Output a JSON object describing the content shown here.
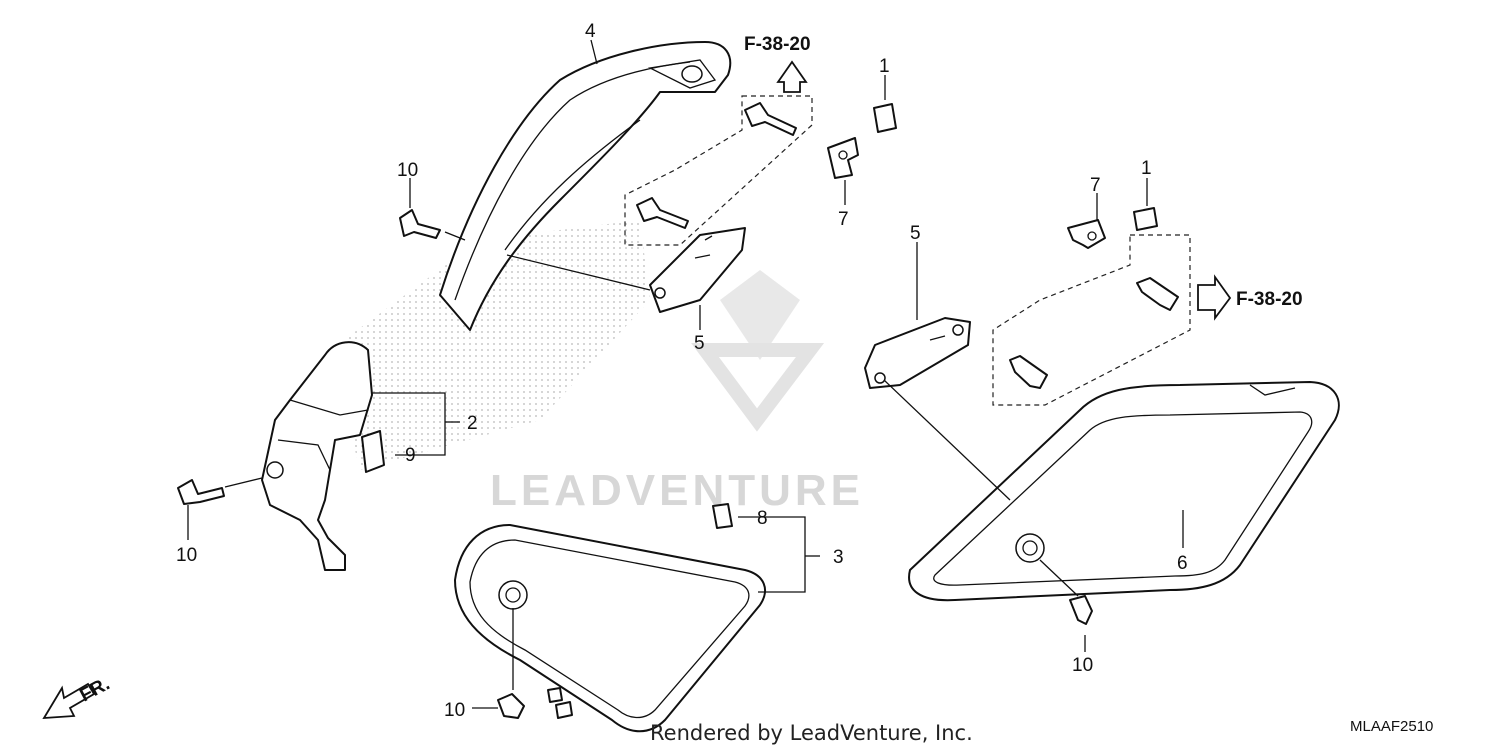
{
  "diagram": {
    "callouts": {
      "c1a": "1",
      "c1b": "1",
      "c2": "2",
      "c3": "3",
      "c4": "4",
      "c5a": "5",
      "c5b": "5",
      "c6": "6",
      "c7a": "7",
      "c7b": "7",
      "c8": "8",
      "c9": "9",
      "c10a": "10",
      "c10b": "10",
      "c10c": "10",
      "c10d": "10"
    },
    "references": {
      "top": "F-38-20",
      "right": "F-38-20"
    },
    "front_indicator": "FR.",
    "watermark": {
      "brand": "LEADVENTURE"
    },
    "footer": {
      "credit": "Rendered by LeadVenture, Inc.",
      "code": "MLAAF2510"
    }
  }
}
